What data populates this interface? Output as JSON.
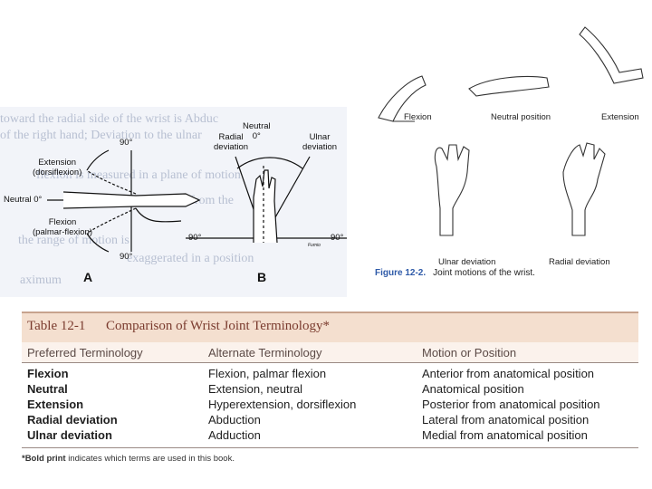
{
  "figure_ab": {
    "bg_lines": [
      "toward the radial side of the wrist is Abduc",
      "of the right hand; Deviation to the ulnar",
      "flexion is measured in a plane of motion",
      "and may be felt from the",
      "the range of motion is",
      "exaggerated in a position",
      "aximum"
    ],
    "panel_a": {
      "letter": "A",
      "angle_top": "90°",
      "angle_bottom": "90°",
      "extension_label": "Extension\n(dorsiflexion)",
      "neutral_label": "Neutral 0°",
      "flexion_label": "Flexion\n(palmar-flexion)"
    },
    "panel_b": {
      "letter": "B",
      "neutral_label": "Neutral\n0°",
      "radial_label": "Radial\ndeviation",
      "ulnar_label": "Ulnar\ndeviation",
      "angle_left": "90°",
      "angle_right": "90°",
      "signature": "Fumio"
    }
  },
  "figure_12_2": {
    "labels": {
      "flexion": "Flexion",
      "neutral": "Neutral position",
      "extension": "Extension",
      "ulnar": "Ulnar deviation",
      "radial": "Radial deviation"
    },
    "caption_number": "Figure 12-2.",
    "caption_text": "Joint motions of the wrist."
  },
  "table": {
    "number": "Table 12-1",
    "title": "Comparison of Wrist Joint Terminology*",
    "columns": [
      "Preferred Terminology",
      "Alternate Terminology",
      "Motion or Position"
    ],
    "rows": [
      [
        "Flexion",
        "Flexion, palmar flexion",
        "Anterior from anatomical position"
      ],
      [
        "Neutral",
        "Extension, neutral",
        "Anatomical position"
      ],
      [
        "Extension",
        "Hyperextension, dorsiflexion",
        "Posterior from anatomical position"
      ],
      [
        "Radial deviation",
        "Abduction",
        "Lateral from anatomical position"
      ],
      [
        "Ulnar deviation",
        "Adduction",
        "Medial from anatomical position"
      ]
    ],
    "footnote_bold": "*Bold print",
    "footnote_rest": " indicates which terms are used in this book."
  }
}
